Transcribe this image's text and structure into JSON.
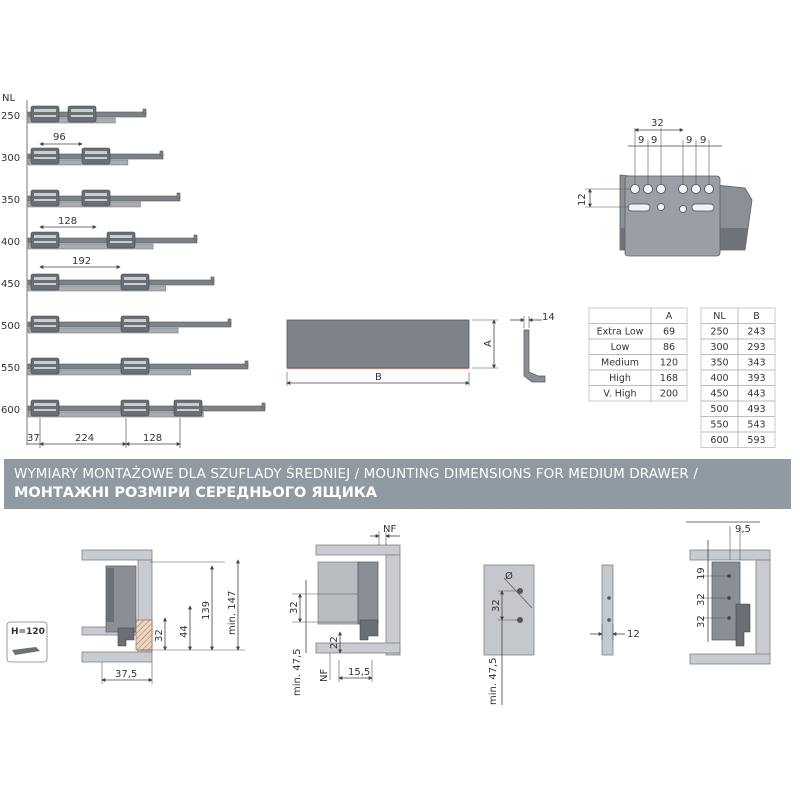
{
  "rails": {
    "nl_header": "NL",
    "lengths": [
      "250",
      "300",
      "350",
      "400",
      "450",
      "500",
      "550",
      "600"
    ],
    "dim_96": "96",
    "dim_128": "128",
    "dim_192": "192",
    "dim_37": "37",
    "dim_224": "224",
    "dim_128_bottom": "128"
  },
  "bracket_detail": {
    "dim_32": "32",
    "dim_9_a": "9",
    "dim_9_b": "9",
    "dim_9_c": "9",
    "dim_9_d": "9",
    "dim_12": "12"
  },
  "front_panel": {
    "label_a": "A",
    "label_b": "B",
    "dim_14": "14"
  },
  "height_table": {
    "headers": [
      "",
      "A"
    ],
    "rows": [
      [
        "Extra Low",
        "69"
      ],
      [
        "Low",
        "86"
      ],
      [
        "Medium",
        "120"
      ],
      [
        "High",
        "168"
      ],
      [
        "V. High",
        "200"
      ]
    ]
  },
  "length_table": {
    "headers": [
      "NL",
      "B"
    ],
    "rows": [
      [
        "250",
        "243"
      ],
      [
        "300",
        "293"
      ],
      [
        "350",
        "343"
      ],
      [
        "400",
        "393"
      ],
      [
        "450",
        "443"
      ],
      [
        "500",
        "493"
      ],
      [
        "550",
        "543"
      ],
      [
        "600",
        "593"
      ]
    ]
  },
  "banner": {
    "line1": "WYMIARY MONTAŻOWE DLA SZUFLADY ŚREDNIEJ / MOUNTING DIMENSIONS FOR MEDIUM DRAWER /",
    "line2": "МОНТАЖНІ РОЗМІРИ СЕРЕДНЬОГО ЯЩИКА"
  },
  "mounting": {
    "height_label": "H=120",
    "s1": {
      "d139": "139",
      "d147": "min. 147",
      "d44": "44",
      "d32": "32",
      "d37_5": "37,5"
    },
    "s2": {
      "nf_top": "NF",
      "d32": "32",
      "d22": "22",
      "d47_5": "min. 47,5",
      "nf_bottom": "NF",
      "d15_5": "15,5"
    },
    "s3": {
      "phi": "Ø",
      "d32": "32",
      "d47_5": "min. 47,5"
    },
    "s4": {
      "d12": "12"
    },
    "s5": {
      "d9_5": "9,5",
      "d19": "19",
      "d32_a": "32",
      "d32_b": "32"
    }
  },
  "colors": {
    "banner": "#8f9aa3",
    "rail": "#7d8288",
    "panel": "#8a8f95"
  }
}
